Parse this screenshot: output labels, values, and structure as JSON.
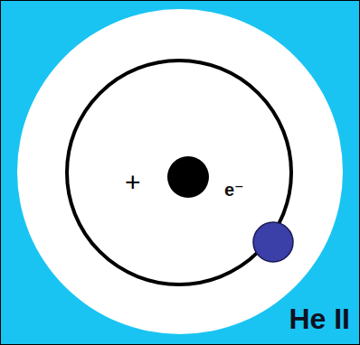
{
  "diagram": {
    "labels": [
      "+",
      "e⁻",
      "He II"
    ]
  }
}
